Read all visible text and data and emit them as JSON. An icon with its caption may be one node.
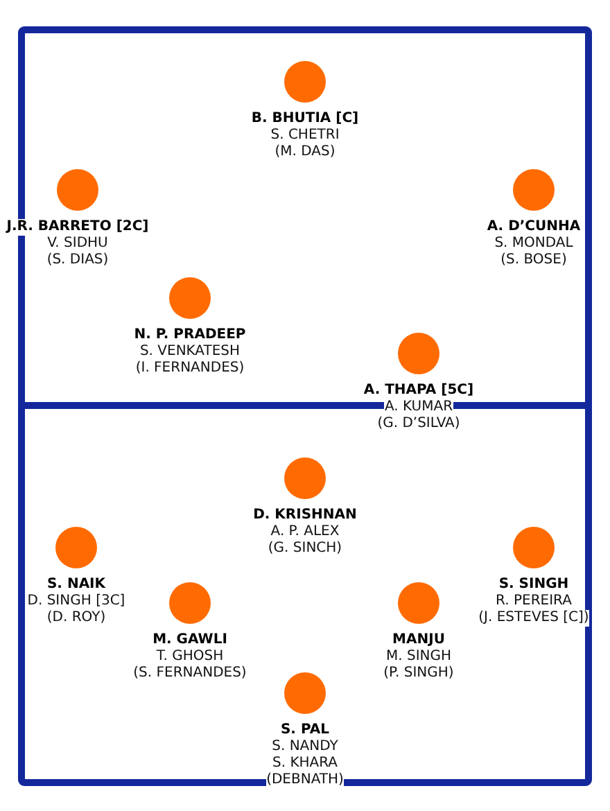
{
  "diagram": {
    "nodes": [
      {
        "text": [
          "B. BHUTIA [C]",
          "S. CHETRI",
          "(M. DAS)"
        ]
      },
      {
        "text": [
          "J.R. BARRETO [2C]",
          "V. SIDHU",
          "(S. DIAS)"
        ]
      },
      {
        "text": [
          "A. D’CUNHA",
          "S. MONDAL",
          "(S. BOSE)"
        ]
      },
      {
        "text": [
          "N. P. PRADEEP",
          "S. VENKATESH",
          "(I. FERNANDES)"
        ]
      },
      {
        "text": [
          "A. THAPA [5C]",
          "A. KUMAR",
          "(G. D’SILVA)"
        ]
      },
      {
        "text": [
          "D. KRISHNAN",
          "A. P. ALEX",
          "(G. SINCH)"
        ]
      },
      {
        "text": [
          "S. NAIK",
          "D. SINGH [3C]",
          "(D. ROY)"
        ]
      },
      {
        "text": [
          "S. SINGH",
          "R. PEREIRA",
          "(J. ESTEVES [C])"
        ]
      },
      {
        "text": [
          "M. GAWLI",
          "T. GHOSH",
          "(S. FERNANDES)"
        ]
      },
      {
        "text": [
          "MANJU",
          "M. SINGH",
          "(P. SINGH)"
        ]
      },
      {
        "text": [
          "S. PAL",
          "S. NANDY",
          "S. KHARA",
          "(DEBNATH)"
        ]
      }
    ]
  }
}
